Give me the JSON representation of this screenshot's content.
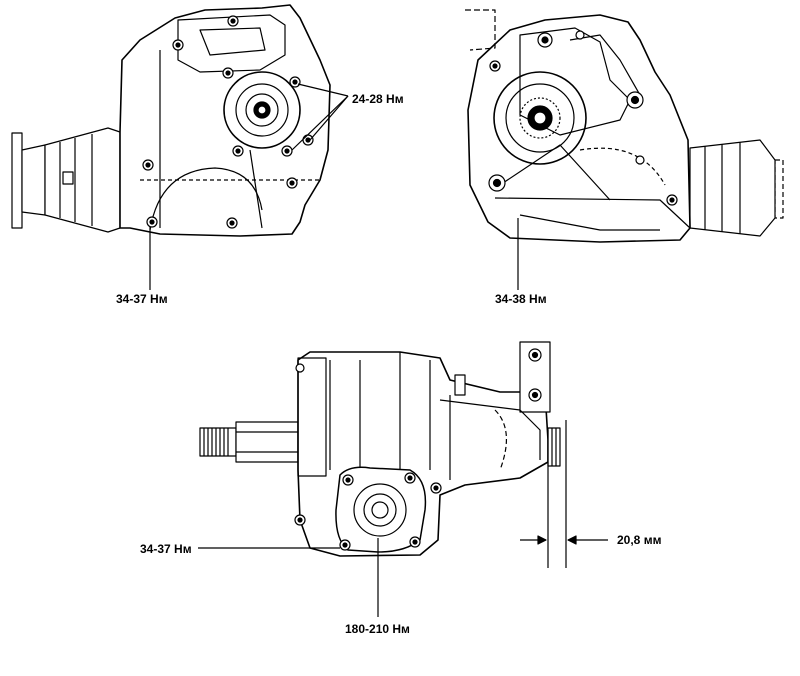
{
  "labels": {
    "torque_top_left_bolt": "24-28 Нм",
    "torque_left_bottom": "34-37 Нм",
    "torque_right_bottom": "34-38 Нм",
    "torque_cover_bolts": "34-37 Нм",
    "torque_flange_nut": "180-210 Нм",
    "dimension_offset": "20,8 мм"
  },
  "colors": {
    "line": "#000000",
    "paper": "#ffffff"
  }
}
